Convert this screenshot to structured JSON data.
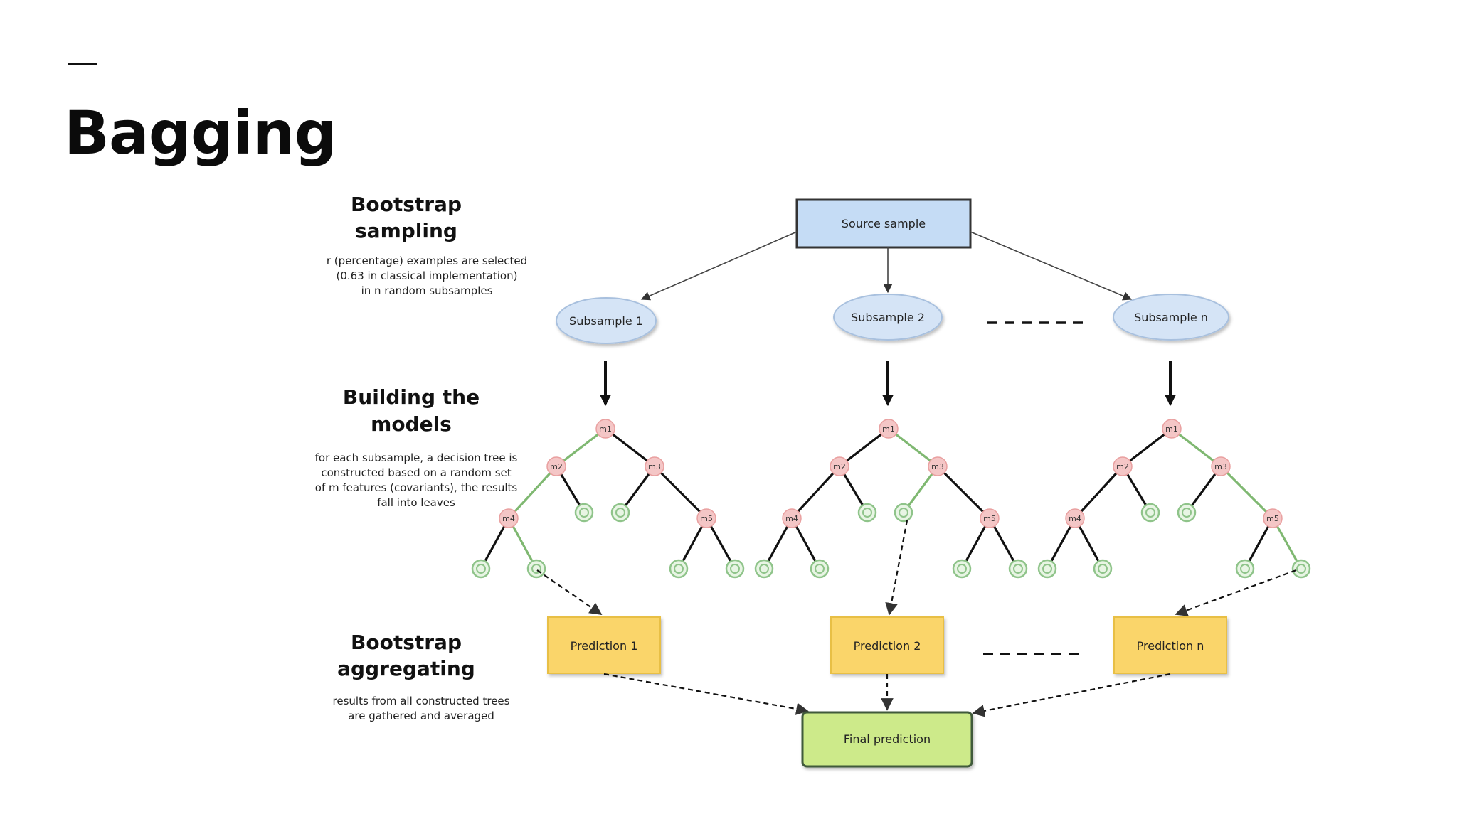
{
  "slide": {
    "title": "Bagging"
  },
  "sections": [
    {
      "heading": [
        "Bootstrap",
        "sampling"
      ],
      "description": [
        "r (percentage) examples are selected",
        "(0.63 in classical implementation)",
        "in n random subsamples"
      ]
    },
    {
      "heading": [
        "Building the",
        "models"
      ],
      "description": [
        "for each subsample, a decision tree is",
        "constructed based on a random set",
        "of m features (covariants), the results",
        "fall into leaves"
      ]
    },
    {
      "heading": [
        "Bootstrap",
        "aggregating"
      ],
      "description": [
        "results from all constructed trees",
        "are gathered and averaged"
      ]
    }
  ],
  "diagram": {
    "source": "Source sample",
    "subsamples": [
      "Subsample 1",
      "Subsample 2",
      "Subsample n"
    ],
    "predictions": [
      "Prediction 1",
      "Prediction 2",
      "Prediction n"
    ],
    "final": "Final prediction",
    "tree_nodes": [
      "m1",
      "m2",
      "m3",
      "m4",
      "m5"
    ],
    "colors": {
      "source_fill": "#c5dcf5",
      "subsample_fill": "#d5e4f6",
      "node_fill": "#f4c6c6",
      "leaf_stroke": "#8fc48a",
      "prediction_fill": "#fad56a",
      "final_fill": "#cdea8a",
      "highlight_edge": "#7fb871"
    }
  }
}
